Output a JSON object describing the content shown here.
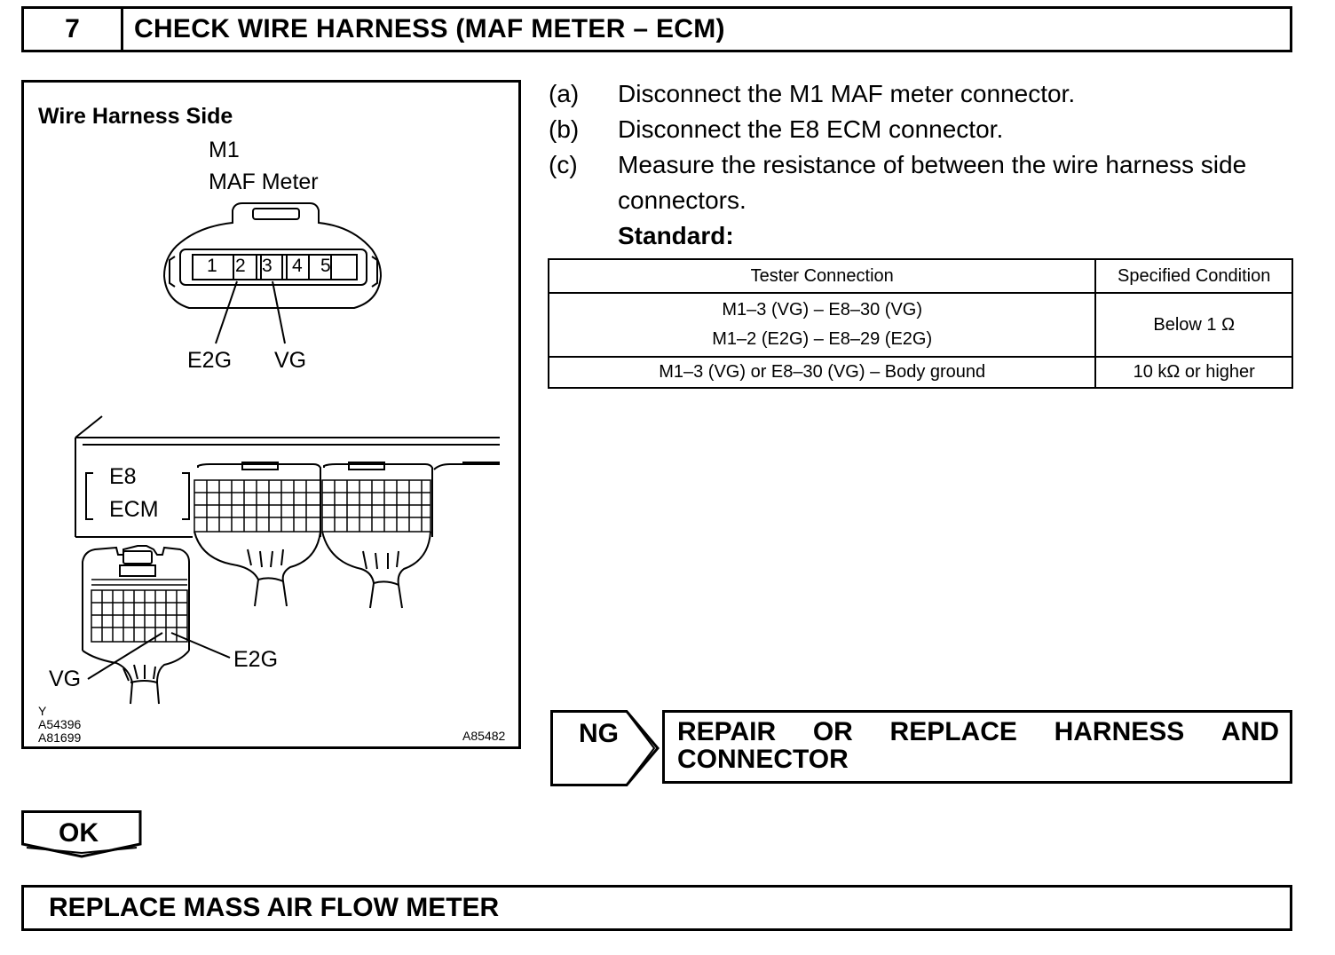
{
  "header": {
    "step_number": "7",
    "title": "CHECK WIRE HARNESS (MAF METER – ECM)"
  },
  "figure": {
    "heading": "Wire Harness Side",
    "m1_code": "M1",
    "m1_name": "MAF Meter",
    "m1_pins": [
      "1",
      "2",
      "3",
      "4",
      "5"
    ],
    "m1_label_e2g": "E2G",
    "m1_label_vg": "VG",
    "ecm_code": "E8",
    "ecm_name": "ECM",
    "ecm_label_e2g": "E2G",
    "ecm_label_vg": "VG",
    "ref_y": "Y",
    "ref_1": "A54396",
    "ref_2": "A81699",
    "ref_right": "A85482"
  },
  "instructions": {
    "items": [
      {
        "letter": "(a)",
        "text": "Disconnect the M1 MAF meter connector."
      },
      {
        "letter": "(b)",
        "text": "Disconnect the E8 ECM connector."
      },
      {
        "letter": "(c)",
        "text": "Measure the resistance of between the wire harness side",
        "continuation": "connectors."
      }
    ],
    "standard_label": "Standard:"
  },
  "spec_table": {
    "headers": [
      "Tester Connection",
      "Specified Condition"
    ],
    "row1": {
      "connections": [
        "M1–3 (VG) – E8–30 (VG)",
        "M1–2 (E2G) – E8–29 (E2G)"
      ],
      "condition": "Below 1 Ω"
    },
    "row2": {
      "connection": "M1–3 (VG) or E8–30 (VG) – Body ground",
      "condition": "10 kΩ or higher"
    }
  },
  "ng_branch": {
    "label": "NG",
    "words": [
      "REPAIR",
      "OR",
      "REPLACE",
      "HARNESS",
      "AND"
    ],
    "line2": "CONNECTOR"
  },
  "ok_branch": {
    "label": "OK"
  },
  "final_step": {
    "text": "REPLACE MASS AIR FLOW METER"
  }
}
